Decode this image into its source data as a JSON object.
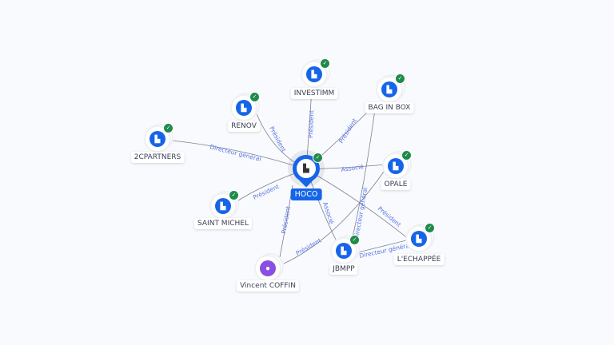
{
  "center": {
    "label": "HOCO",
    "icon": "building-icon"
  },
  "nodes": {
    "investimm": "INVESTIMM",
    "baginbox": "BAG IN BOX",
    "renov": "RENOV",
    "twocpartners": "2CPARTNERS",
    "opale": "OPALE",
    "saintmichel": "SAINT MICHEL",
    "jbmpp": "JBMPP",
    "lechappee": "L'ECHAPPÉE",
    "vincent": "Vincent COFFIN"
  },
  "edges": {
    "twocpartners": "Directeur général",
    "renov": "Président",
    "investimm": "Président",
    "baginbox": "Président",
    "opale": "Associé",
    "saintmichel": "Président",
    "vincent_hoco": "Président",
    "jbmpp": "Associé",
    "lechappee": "Président",
    "baginbox_jbmpp": "Directeur général",
    "vincent_opale": "Président",
    "jbmpp_lechappee": "Directeur général"
  },
  "colors": {
    "company": "#1665e8",
    "person": "#8a4fe0",
    "verified": "#1f8a4c",
    "edge_label": "#5a74e6"
  }
}
